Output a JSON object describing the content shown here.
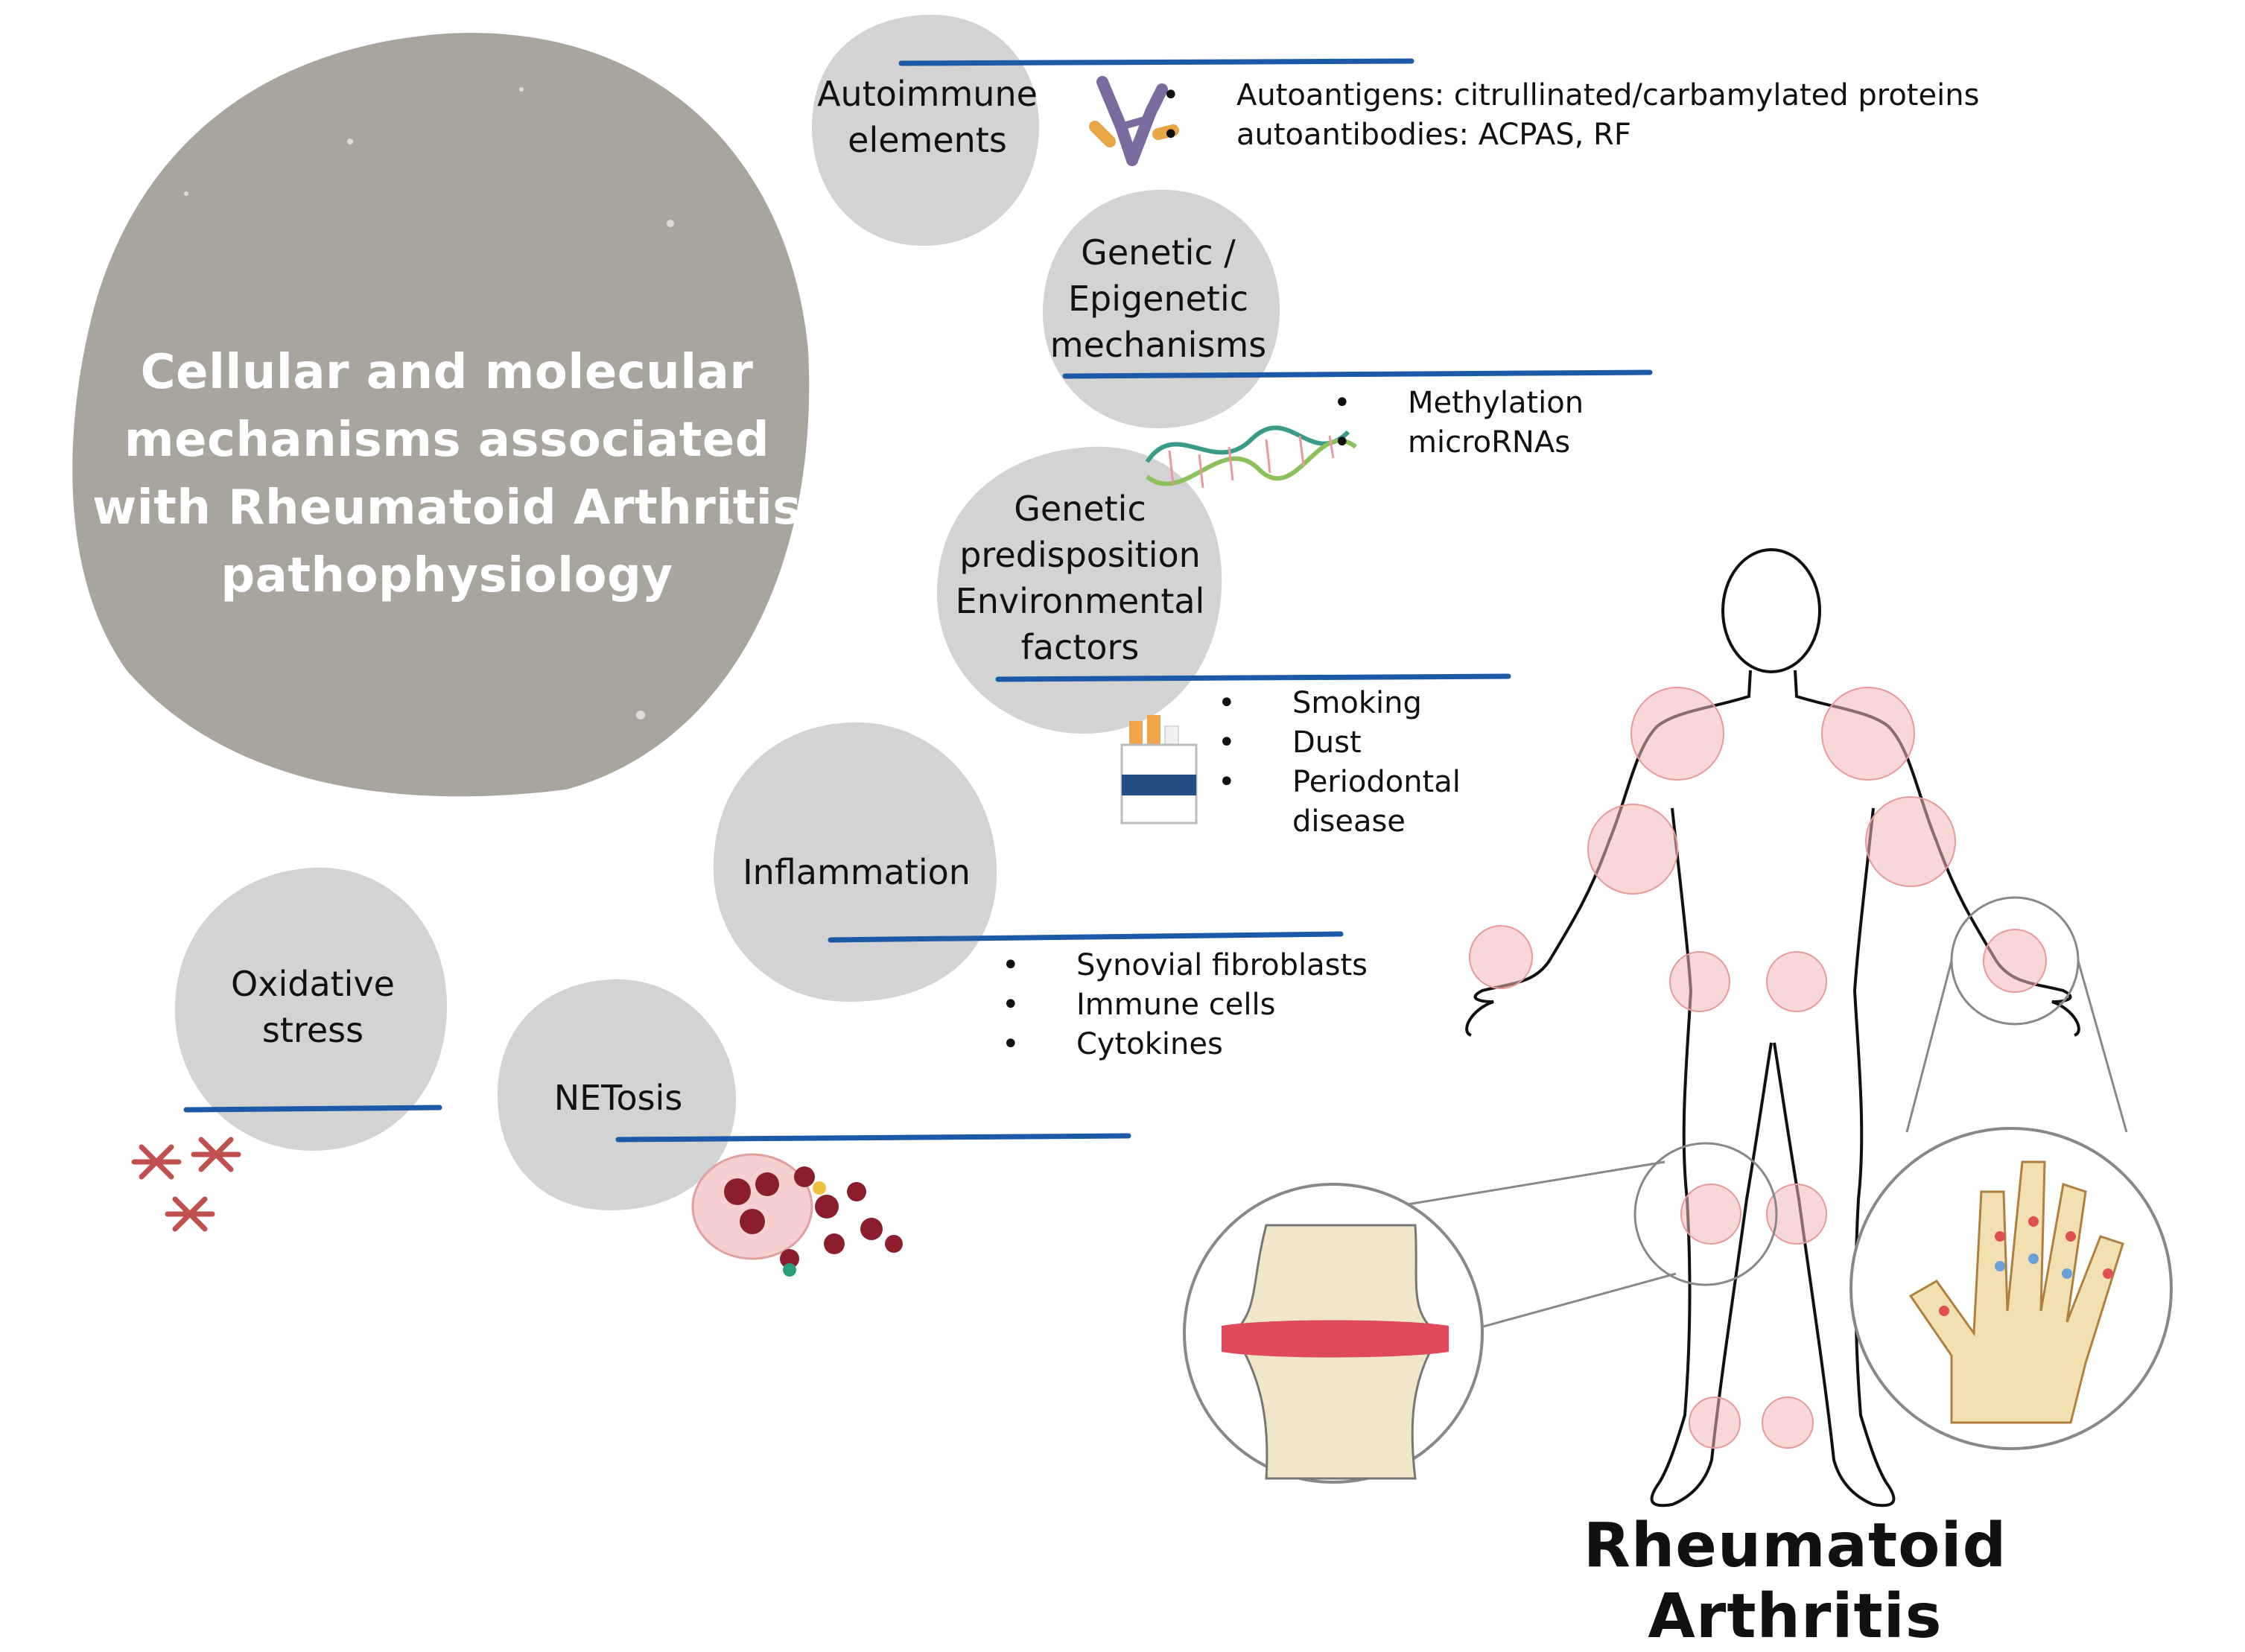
{
  "title": "Cellular and molecular mechanisms associated with Rheumatoid Arthritis pathophysiology",
  "colors": {
    "blob": "#a8a59d",
    "small_blob": "#d3d3d3",
    "underline": "#1c5aa8",
    "joint": "#f3b7b7"
  },
  "mechanisms": [
    {
      "id": "autoimmune",
      "label": "Autoimmune elements",
      "icon": "antibody-icon",
      "bullets": [
        "Autoantigens: citrullinated/carbamylated proteins",
        "autoantibodies: ACPAS, RF"
      ]
    },
    {
      "id": "genetic_epigenetic",
      "label": "Genetic / Epigenetic mechanisms",
      "icon": "dna-icon",
      "bullets": [
        "Methylation",
        "microRNAs"
      ]
    },
    {
      "id": "genetic_environment",
      "label": "Genetic predisposition Environmental factors",
      "icon": "cigarette-pack-icon",
      "bullets": [
        "Smoking",
        "Dust",
        "Periodontal disease"
      ]
    },
    {
      "id": "inflammation",
      "label": "Inflammation",
      "icon": "",
      "bullets": [
        "Synovial fibroblasts",
        "Immune cells",
        "Cytokines"
      ]
    },
    {
      "id": "netosis",
      "label": "NETosis",
      "icon": "neutrophil-net-icon",
      "bullets": []
    },
    {
      "id": "oxidative",
      "label": "Oxidative stress",
      "icon": "ros-star-icon",
      "bullets": []
    }
  ],
  "figure": {
    "label": "Rheumatoid Arthritis",
    "icons": [
      "human-body-icon",
      "knee-joint-icon",
      "hand-joints-icon"
    ]
  }
}
